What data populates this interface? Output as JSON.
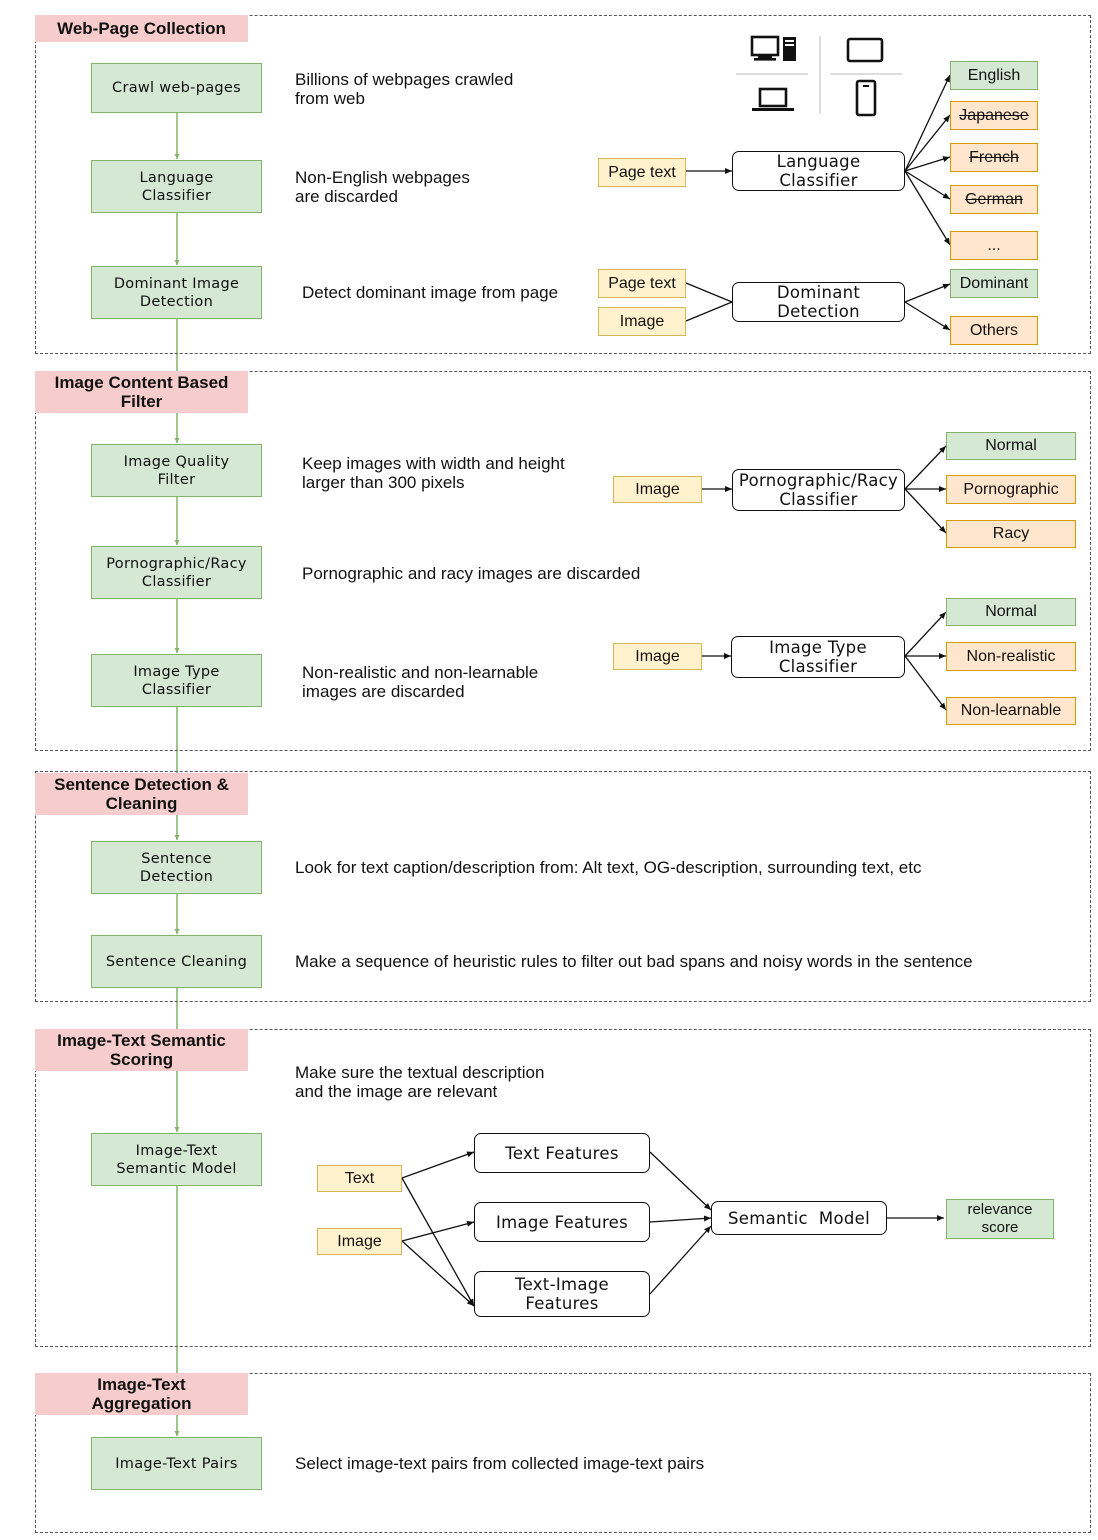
{
  "sections": [
    {
      "title": "Web-Page Collection",
      "steps": [
        "Crawl web-pages",
        "Language\nClassifier",
        "Dominant Image\nDetection"
      ],
      "descriptions": [
        "Billions of webpages crawled\nfrom web",
        "Non-English webpages\nare discarded",
        "Detect dominant image from page"
      ]
    },
    {
      "title": "Image Content Based\nFilter",
      "steps": [
        "Image Quality\nFilter",
        "Pornographic/Racy\nClassifier",
        "Image Type\nClassifier"
      ],
      "descriptions": [
        "Keep images with width and height\nlarger than 300 pixels",
        "Pornographic and racy images are discarded",
        "Non-realistic and non-learnable\nimages are discarded"
      ]
    },
    {
      "title": "Sentence Detection &\nCleaning",
      "steps": [
        "Sentence\nDetection",
        "Sentence Cleaning"
      ],
      "descriptions": [
        "Look for text caption/description from: Alt text, OG-description, surrounding text, etc",
        "Make a sequence of heuristic rules to filter out bad spans and noisy words in the sentence"
      ]
    },
    {
      "title": "Image-Text Semantic\nScoring",
      "steps": [
        "Image-Text\nSemantic Model"
      ],
      "descriptions": [
        "Make sure the textual description\nand the image are relevant"
      ]
    },
    {
      "title": "Image-Text\nAggregation",
      "steps": [
        "Image-Text Pairs"
      ],
      "descriptions": [
        "Select image-text pairs from collected image-text pairs"
      ]
    }
  ],
  "lang_diagram": {
    "input": "Page text",
    "classifier": "Language\nClassifier",
    "outputs": [
      "English",
      "Japanese",
      "French",
      "German",
      "..."
    ]
  },
  "dominant_diagram": {
    "inputs": [
      "Page text",
      "Image"
    ],
    "classifier": "Dominant\nDetection",
    "outputs": [
      "Dominant",
      "Others"
    ]
  },
  "porn_diagram": {
    "input": "Image",
    "classifier": "Pornographic/Racy\nClassifier",
    "outputs": [
      "Normal",
      "Pornographic",
      "Racy"
    ]
  },
  "type_diagram": {
    "input": "Image",
    "classifier": "Image Type\nClassifier",
    "outputs": [
      "Normal",
      "Non-realistic",
      "Non-learnable"
    ]
  },
  "semantic_diagram": {
    "inputs": [
      "Text",
      "Image"
    ],
    "features": [
      "Text Features",
      "Image Features",
      "Text-Image\nFeatures"
    ],
    "model": "Semantic  Model",
    "output": "relevance\nscore"
  },
  "devices": [
    "desktop-tower-icon",
    "monitor-icon",
    "laptop-icon",
    "phone-icon"
  ],
  "colors": {
    "title_bg": "#f6cccc",
    "green_fill": "#d5e8d4",
    "green_border": "#82b366",
    "yellow_fill": "#fff2cc",
    "yellow_border": "#d6b656",
    "orange_fill": "#ffe6cc",
    "orange_border": "#d79b00"
  }
}
